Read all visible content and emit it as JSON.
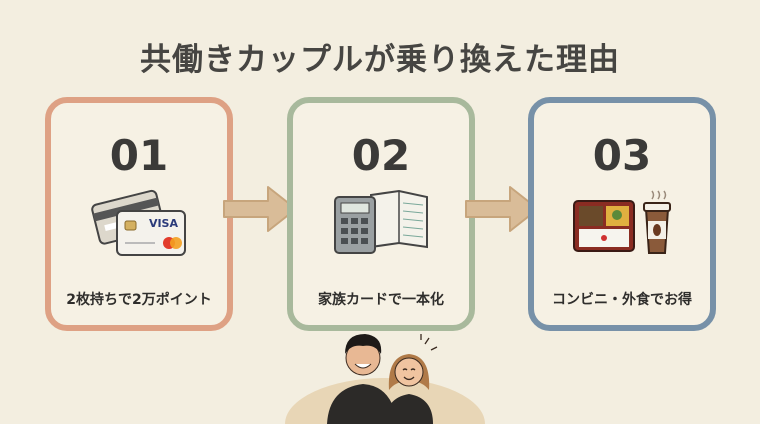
{
  "title": "共働きカップルが乗り換えた理由",
  "steps": [
    {
      "number": "01",
      "label": "2枚持ちで2万ポイント",
      "icon": "credit-cards-icon",
      "color": "#dea184",
      "card_brand": "VISA"
    },
    {
      "number": "02",
      "label": "家族カードで一本化",
      "icon": "calculator-ledger-icon",
      "color": "#a8b99c"
    },
    {
      "number": "03",
      "label": "コンビニ・外食でお得",
      "icon": "bento-coffee-icon",
      "color": "#7791a8"
    }
  ],
  "colors": {
    "background": "#f3eee0",
    "arrow": "#d9bc98",
    "text": "#3b3a38"
  }
}
